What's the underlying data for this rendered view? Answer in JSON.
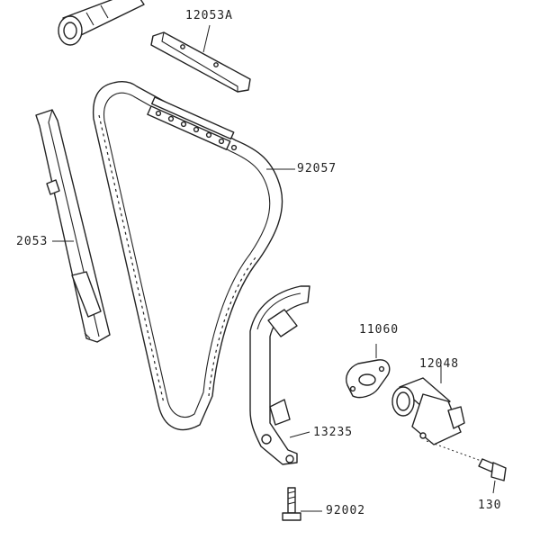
{
  "labels": {
    "cam_guide": "12053A",
    "timing_chain": "92057",
    "chain_guide_left": "2053",
    "gasket": "11060",
    "tensioner": "12048",
    "tensioner_guide": "13235",
    "bolt_bottom": "92002",
    "bolt_tensioner": "130"
  }
}
